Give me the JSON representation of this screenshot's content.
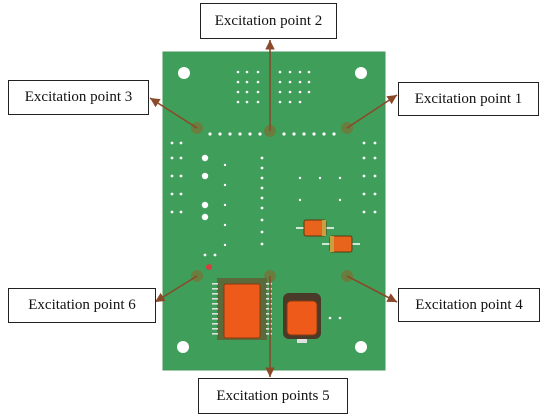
{
  "labels": {
    "p1": "Excitation point 1",
    "p2": "Excitation point 2",
    "p3": "Excitation point 3",
    "p4": "Excitation point 4",
    "p5": "Excitation points 5",
    "p6": "Excitation point 6"
  },
  "colors": {
    "board": "#3f9f5a",
    "board_edge": "#2f7f45",
    "arrow": "#8a4a2a",
    "component": "#ee5a1a"
  }
}
